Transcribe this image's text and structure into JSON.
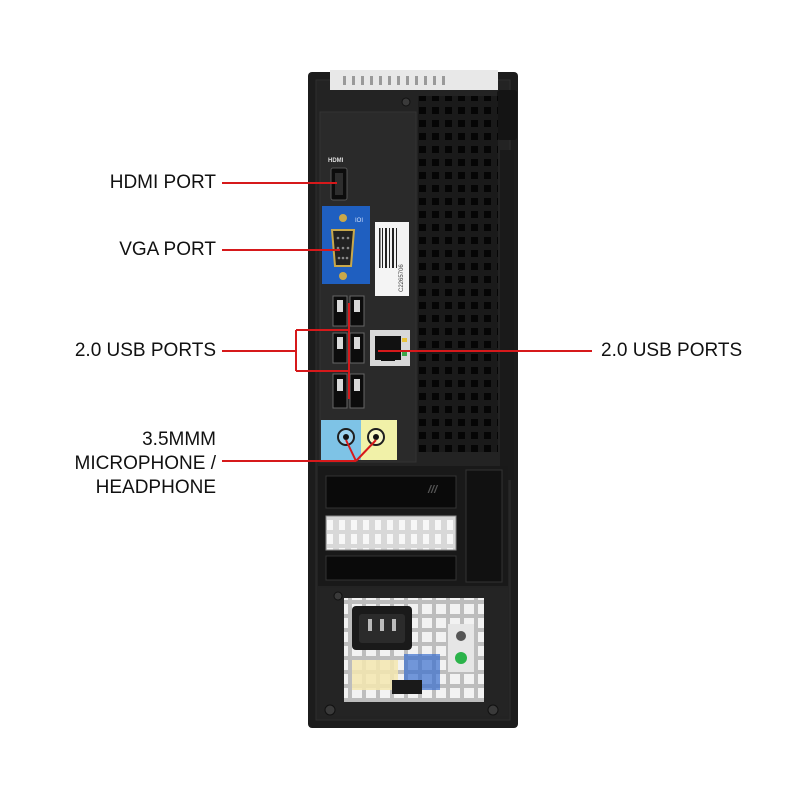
{
  "labels": {
    "hdmi": "HDMI PORT",
    "vga": "VGA PORT",
    "usb_left": "2.0 USB PORTS",
    "usb_right": "2.0 USB PORTS",
    "audio_line1": "3.5MMM",
    "audio_line2": "MICROPHONE /",
    "audio_line3": "HEADPHONE"
  },
  "device_text": {
    "hdmi_marking": "HDMI",
    "serial_sticker": "C2265706"
  },
  "colors": {
    "callout_line": "#d6191b",
    "case_body": "#1e1e1e",
    "vga_panel": "#1f5fc0",
    "mic_jack": "#7ec3e6",
    "headphone_jack": "#f1f1a8",
    "power_led": "#2bb34a"
  }
}
